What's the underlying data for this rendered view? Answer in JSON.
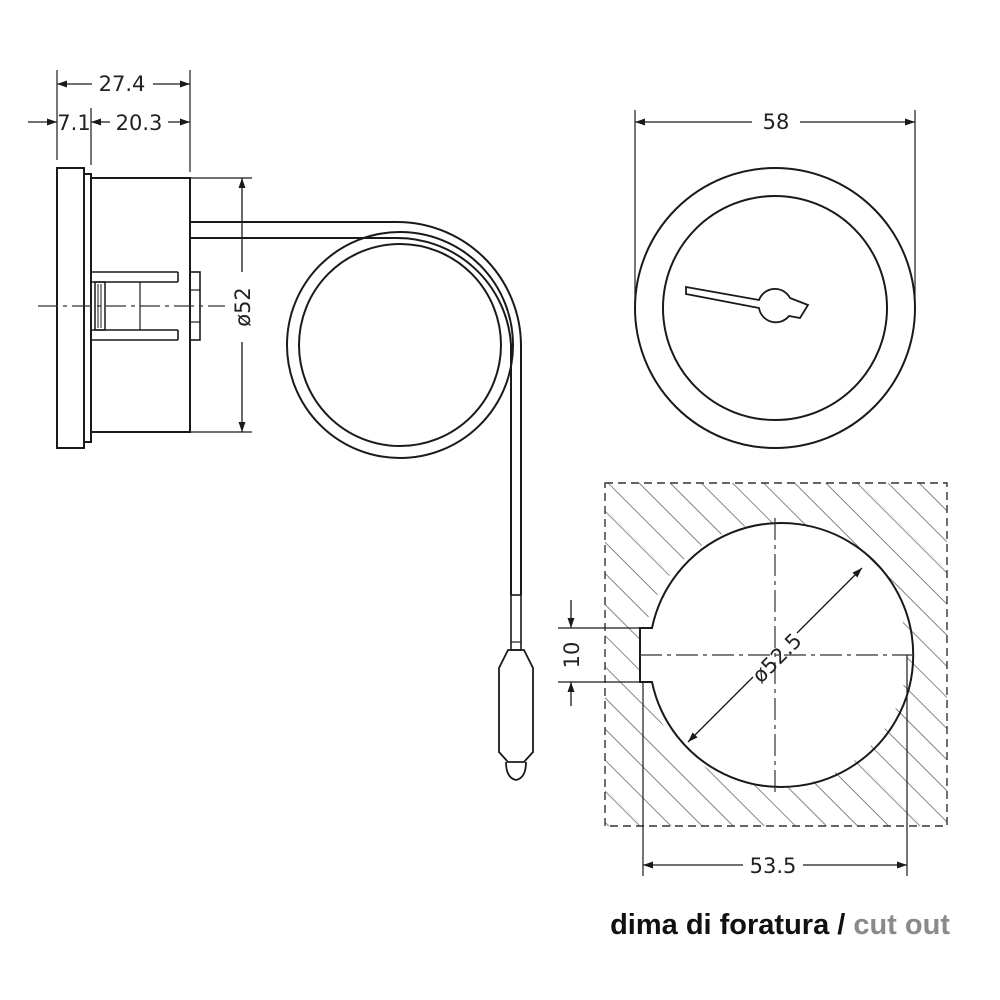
{
  "dimensions": {
    "side_total": "27.4",
    "side_flange": "7.1",
    "side_body": "20.3",
    "body_diameter": "ø52",
    "front_width": "58",
    "cutout_diameter": "ø52.5",
    "notch_height": "10",
    "cutout_width": "53.5"
  },
  "caption": {
    "main": "dima di foratura /",
    "secondary": "cut out"
  },
  "colors": {
    "line": "#1a1a1a",
    "caption_main": "#111111",
    "caption_secondary": "#8a8a8a"
  }
}
